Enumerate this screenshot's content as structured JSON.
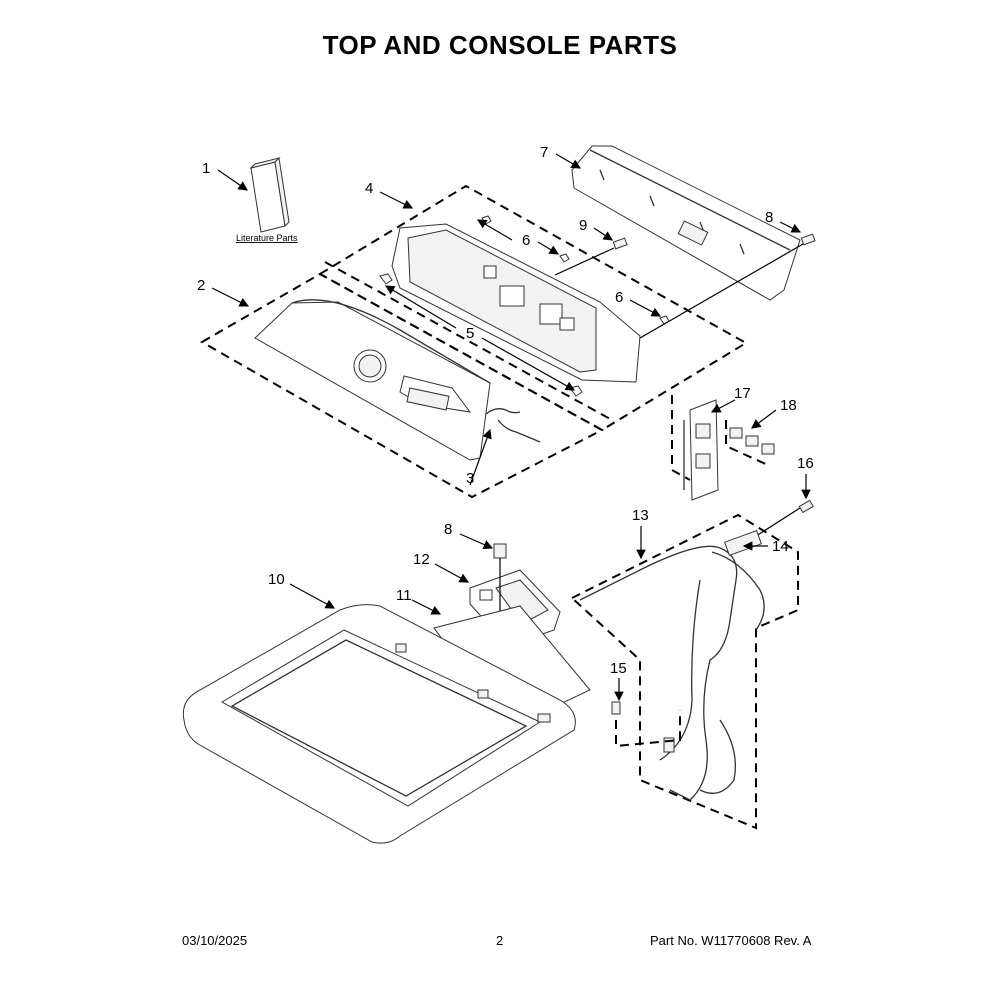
{
  "title": "TOP AND CONSOLE PARTS",
  "literature_label": "Literature Parts",
  "callouts": {
    "c1": "1",
    "c2": "2",
    "c3": "3",
    "c4": "4",
    "c5": "5",
    "c6a": "6",
    "c6b": "6",
    "c7": "7",
    "c8a": "8",
    "c8b": "8",
    "c9": "9",
    "c10": "10",
    "c11": "11",
    "c12": "12",
    "c13": "13",
    "c14": "14",
    "c15": "15",
    "c16": "16",
    "c17": "17",
    "c18": "18"
  },
  "footer": {
    "date": "03/10/2025",
    "page": "2",
    "part_no": "Part No.  W11770608  Rev.  A"
  }
}
